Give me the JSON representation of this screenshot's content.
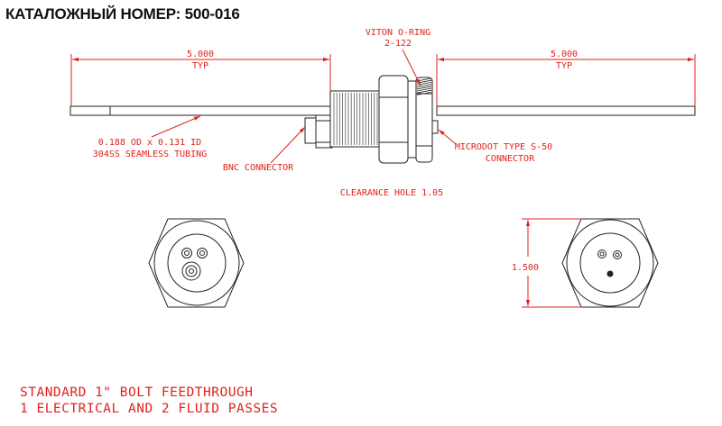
{
  "header": {
    "catalog_number": "КАТАЛОЖНЫЙ НОМЕР: 500-016"
  },
  "colors": {
    "annotation": "#e0221c",
    "linework": "#222222",
    "background": "#ffffff"
  },
  "annotations": {
    "left_dim_value": "5.000",
    "left_dim_typ": "TYP",
    "right_dim_value": "5.000",
    "right_dim_typ": "TYP",
    "viton_line1": "VITON O-RING",
    "viton_line2": "2-122",
    "tubing_line1": "0.188 OD x 0.131 ID",
    "tubing_line2": "304SS SEAMLESS TUBING",
    "bnc": "BNC CONNECTOR",
    "microdot_line1": "MICRODOT TYPE S-50",
    "microdot_line2": "CONNECTOR",
    "clearance": "CLEARANCE HOLE 1.05",
    "hex_dim": "1.500"
  },
  "footer": {
    "line1": "STANDARD 1\" BOLT FEEDTHROUGH",
    "line2": "1 ELECTRICAL AND 2 FLUID PASSES"
  }
}
